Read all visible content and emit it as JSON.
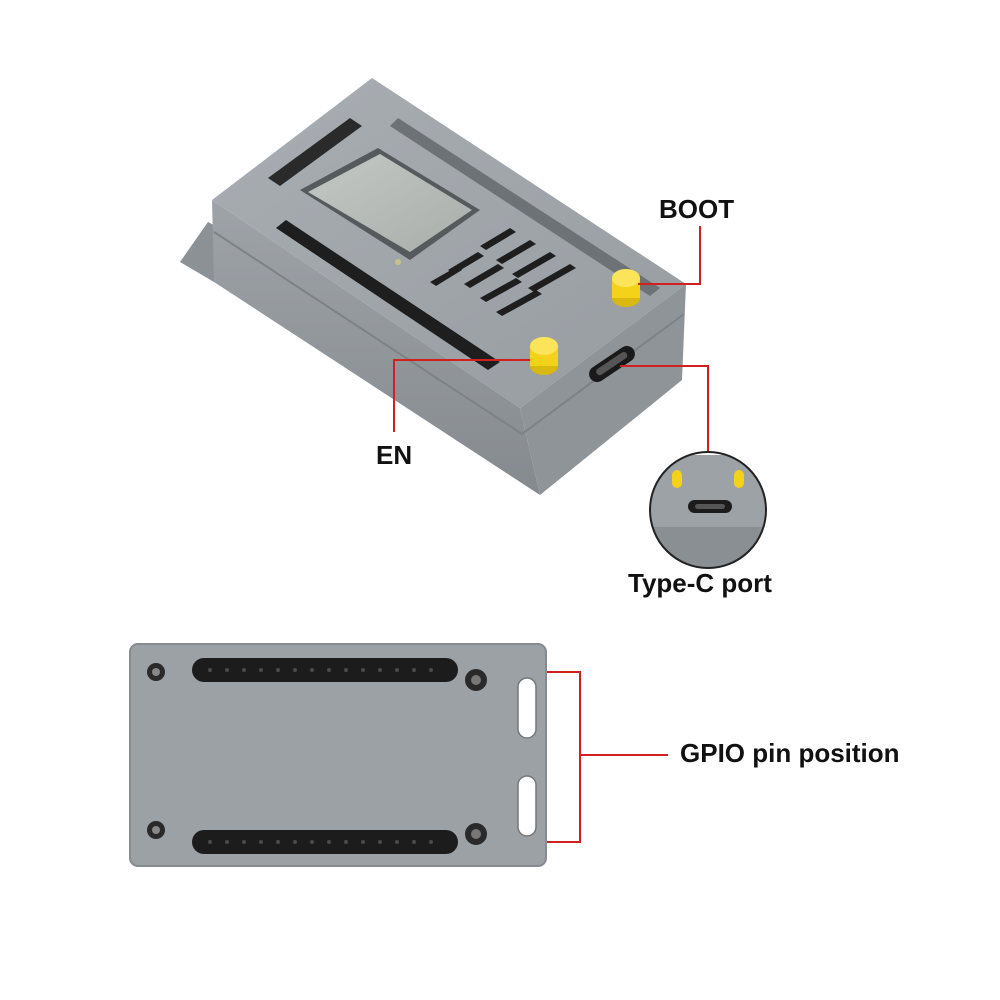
{
  "labels": {
    "boot": "BOOT",
    "en": "EN",
    "type_c": "Type-C port",
    "gpio": "GPIO pin position"
  },
  "colors": {
    "case": "#9aa0a6",
    "case_dark": "#7e848a",
    "callout_line": "#d02020",
    "button": "#f5d21a",
    "screen": "#b8bdb9",
    "header": "#1c1c1c",
    "text": "#111111"
  },
  "icons": [
    "case-top-illustration",
    "case-bottom-illustration",
    "type-c-zoom-inset"
  ]
}
